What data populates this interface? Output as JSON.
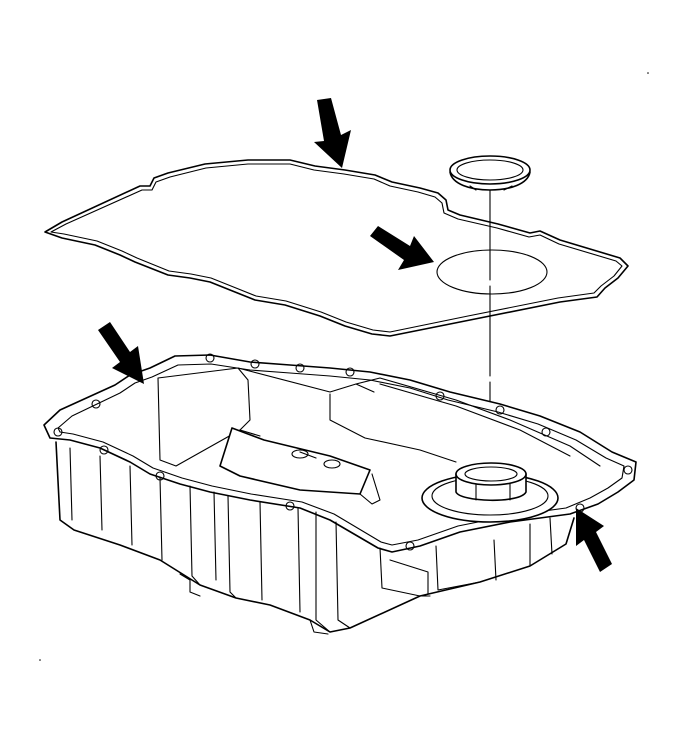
{
  "diagram": {
    "parts": [
      {
        "name": "pan-gasket"
      },
      {
        "name": "filter-seal"
      },
      {
        "name": "oil-pan"
      }
    ],
    "arrows": [
      {
        "name": "arrow-gasket-top"
      },
      {
        "name": "arrow-gasket-center"
      },
      {
        "name": "arrow-pan-left"
      },
      {
        "name": "arrow-pan-right"
      }
    ],
    "colors": {
      "line": "#000000",
      "background": "#ffffff"
    }
  }
}
